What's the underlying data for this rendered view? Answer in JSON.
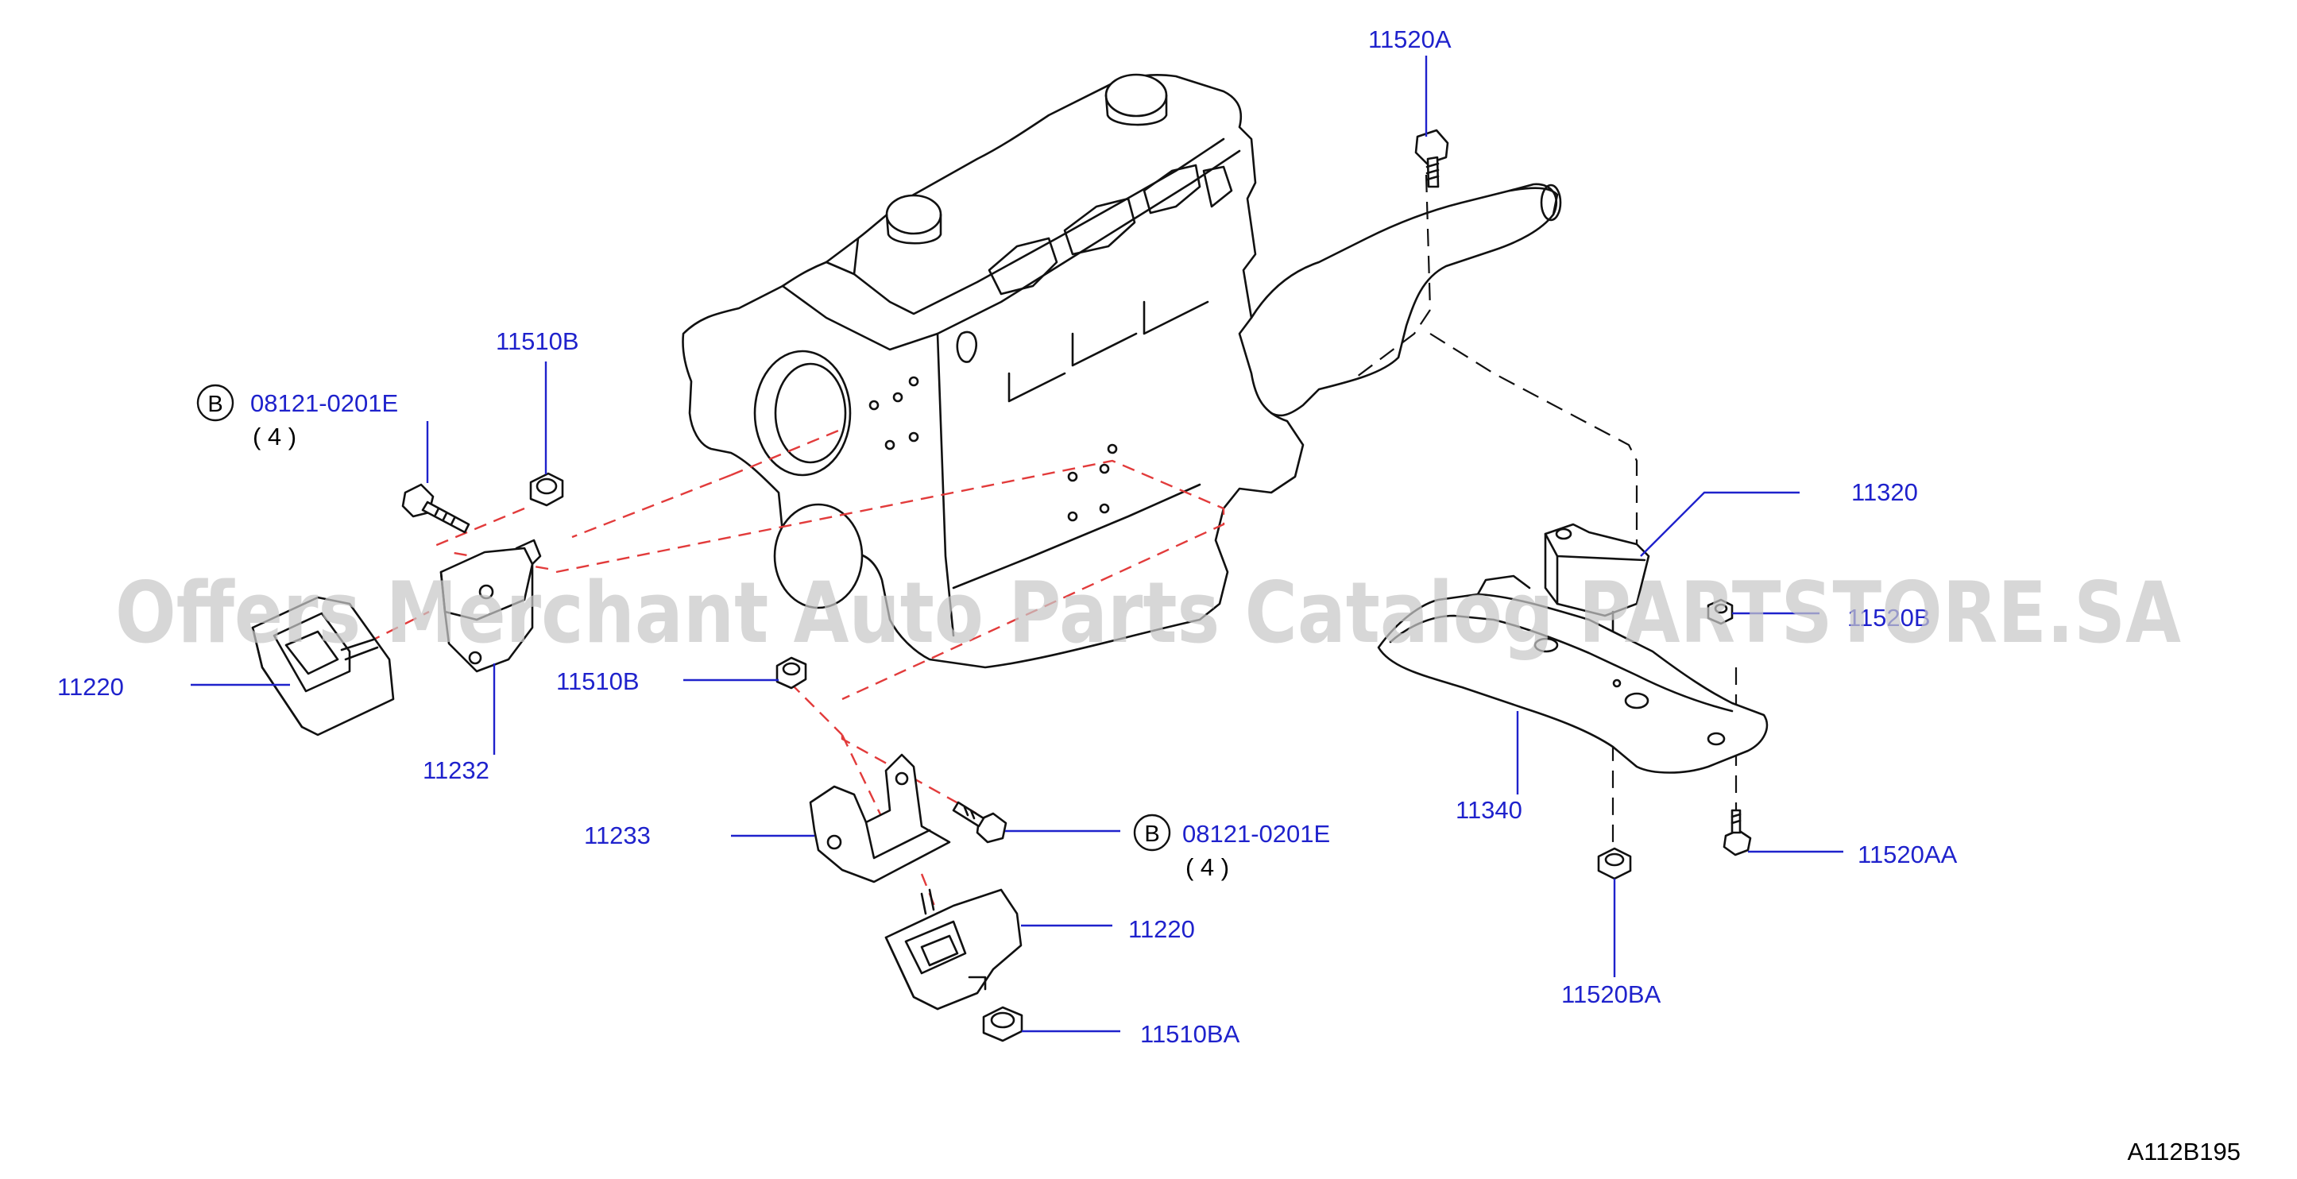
{
  "labels": {
    "p11520A": "11520A",
    "p11510B_top": "11510B",
    "p08121_top": "08121-0201E",
    "p08121_top_qty": "( 4 )",
    "p11320": "11320",
    "p11520B": "11520B",
    "p11220_left": "11220",
    "p11510B_mid": "11510B",
    "p11232": "11232",
    "p11340": "11340",
    "p11233": "11233",
    "p08121_mid": "08121-0201E",
    "p08121_mid_qty": "( 4 )",
    "p11520AA": "11520AA",
    "p11220_mid": "11220",
    "p11520BA": "11520BA",
    "p11510BA": "11510BA"
  },
  "bolt_marker_letter": "B",
  "diagram_code": "A112B195",
  "watermark": "Offers Merchant Auto Parts Catalog PARTSTORE.SA",
  "colors": {
    "part_label": "#1f22cc",
    "leader_line": "#1f22cc",
    "mounting_line": "#e23b3b",
    "outline": "#111111",
    "watermark": "#c8c8c8"
  }
}
